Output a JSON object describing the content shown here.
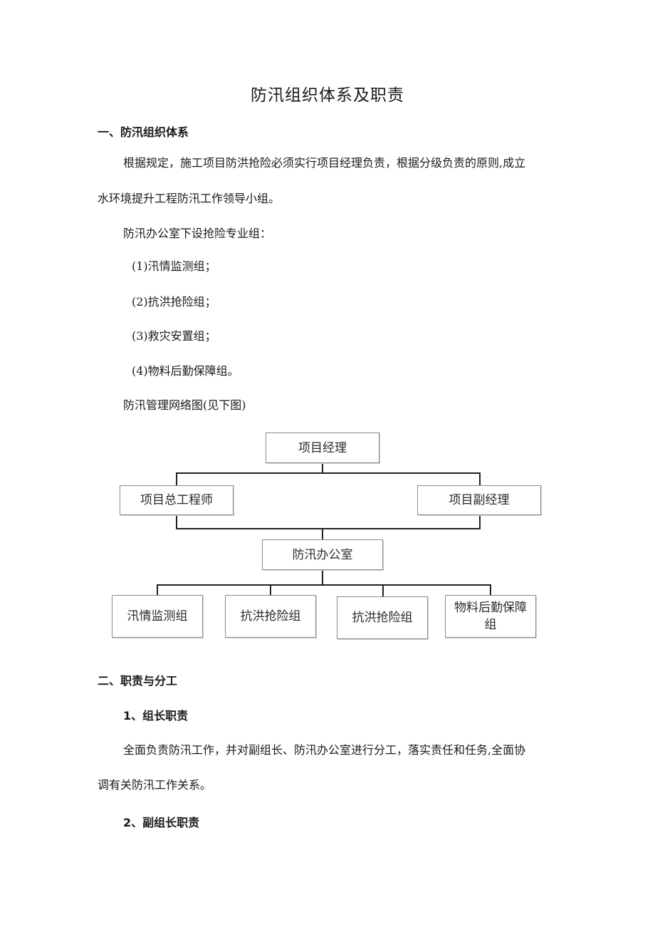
{
  "doc": {
    "title": "防汛组织体系及职责",
    "s1_heading": "一、防汛组织体系",
    "p1_line1": "根据规定，施工项目防洪抢险必须实行项目经理负责，根据分级负责的原则,成立",
    "p1_line2": "水环境提升工程防汛工作领导小组。",
    "p2": "防汛办公室下设抢险专业组：",
    "list": [
      "(1)汛情监测组；",
      "(2)抗洪抢险组；",
      "(3)救灾安置组；",
      "(4)物料后勤保障组。"
    ],
    "p3": "防汛管理网络图(见下图)",
    "s2_heading": "二、职责与分工",
    "sub1": "1、组长职责",
    "p4_line1": "全面负责防汛工作，并对副组长、防汛办公室进行分工，落实责任和任务,全面协",
    "p4_line2": "调有关防汛工作关系。",
    "sub2": "2、副组长职责"
  },
  "org": {
    "top": "项目经理",
    "left": "项目总工程师",
    "right": "项目副经理",
    "office": "防汛办公室",
    "teams": [
      "汛情监测组",
      "抗洪抢险组",
      "抗洪抢险组",
      "物料后勤保障组"
    ]
  }
}
